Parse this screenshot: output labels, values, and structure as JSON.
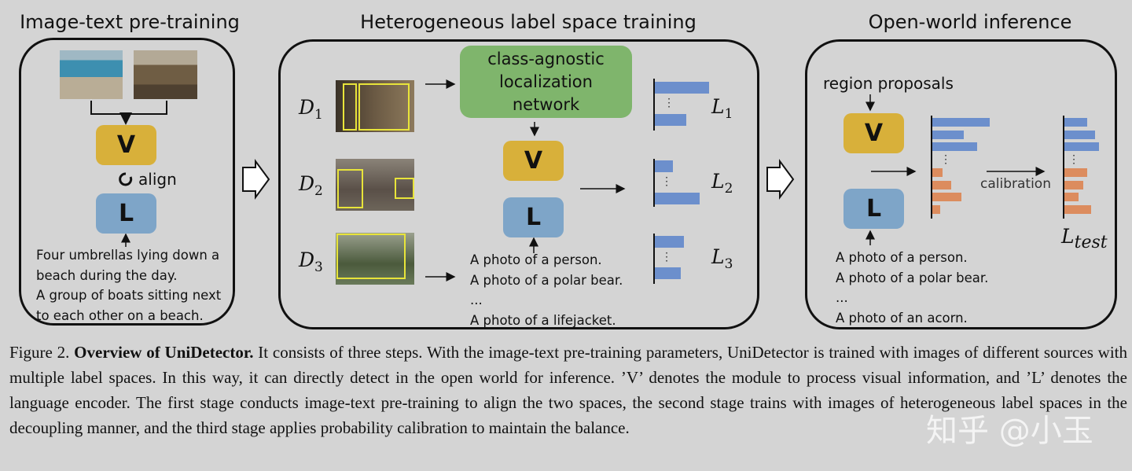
{
  "stage1": {
    "title": "Image-text pre-training",
    "v_label": "V",
    "l_label": "L",
    "align_label": "align",
    "captions": [
      "Four umbrellas lying down a",
      "beach during the day.",
      "A group of boats sitting next",
      "to each other on a beach."
    ]
  },
  "stage2": {
    "title": "Heterogeneous label space training",
    "datasets": [
      {
        "symbol": "D",
        "sub": "1"
      },
      {
        "symbol": "D",
        "sub": "2"
      },
      {
        "symbol": "D",
        "sub": "3"
      }
    ],
    "loc_network_lines": [
      "class-agnostic",
      "localization",
      "network"
    ],
    "v_label": "V",
    "l_label": "L",
    "prompts": [
      "A photo of a person.",
      "A photo of a polar bear.",
      "...",
      "A photo of a lifejacket."
    ],
    "losses": [
      {
        "symbol": "L",
        "sub": "1"
      },
      {
        "symbol": "L",
        "sub": "2"
      },
      {
        "symbol": "L",
        "sub": "3"
      }
    ]
  },
  "stage3": {
    "title": "Open-world inference",
    "region_label": "region proposals",
    "v_label": "V",
    "l_label": "L",
    "calibration_label": "calibration",
    "prompts": [
      "A photo of a person.",
      "A photo of a polar bear.",
      "...",
      "A photo of an acorn."
    ],
    "loss": {
      "symbol": "L",
      "sub": "test"
    }
  },
  "colors": {
    "visual": "#d8b03a",
    "language": "#7ea5c8",
    "localization": "#7fb56c",
    "base_bar": "#6c8fcc",
    "novel_bar": "#dc8c5e"
  },
  "caption": {
    "prefix": "Figure 2. ",
    "bold": "Overview of UniDetector.",
    "body": " It consists of three steps. With the image-text pre-training parameters, UniDetector is trained with images of different sources with multiple label spaces. In this way, it can directly detect in the open world for inference. ’V’ denotes the module to process visual information, and ’L’ denotes the language encoder. The first stage conducts image-text pre-training to align the two spaces, the second stage trains with images of heterogeneous label spaces in the decoupling manner, and the third stage applies probability calibration to maintain the balance."
  },
  "watermark": "知乎 @小玉"
}
